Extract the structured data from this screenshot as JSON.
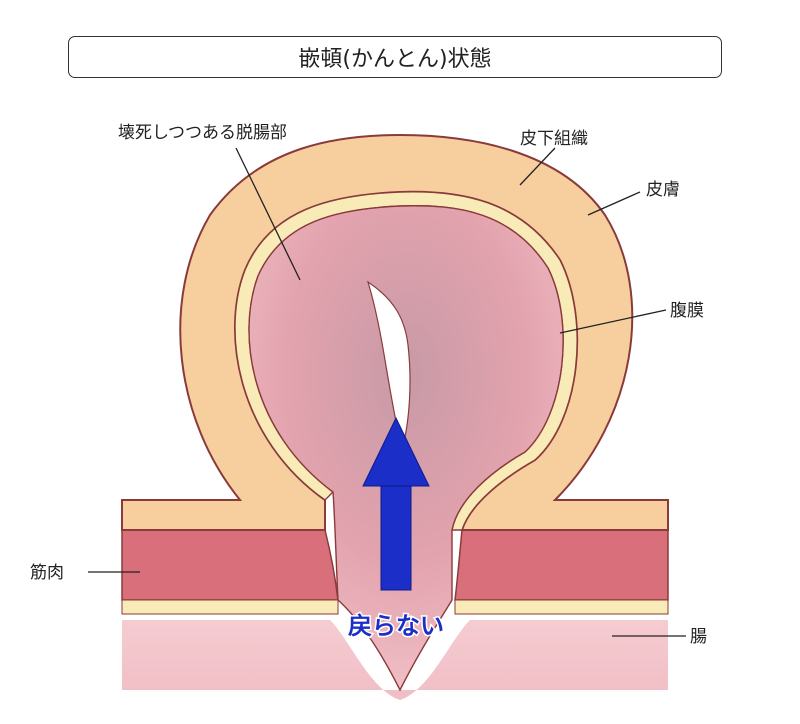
{
  "title": "嵌頓(かんとん)状態",
  "labels": {
    "necrotic_bowel": "壊死しつつある脱腸部",
    "subcutaneous_tissue": "皮下組織",
    "skin": "皮膚",
    "peritoneum": "腹膜",
    "muscle": "筋肉",
    "intestine": "腸",
    "cannot_return": "戻らない"
  },
  "colors": {
    "skin_outline": "#8a3a3a",
    "subcutaneous": "#f7cf9e",
    "peritoneum": "#f8ebb8",
    "muscle": "#d9707a",
    "bowel": "#e9a8b2",
    "arrow": "#1b2fc8"
  }
}
